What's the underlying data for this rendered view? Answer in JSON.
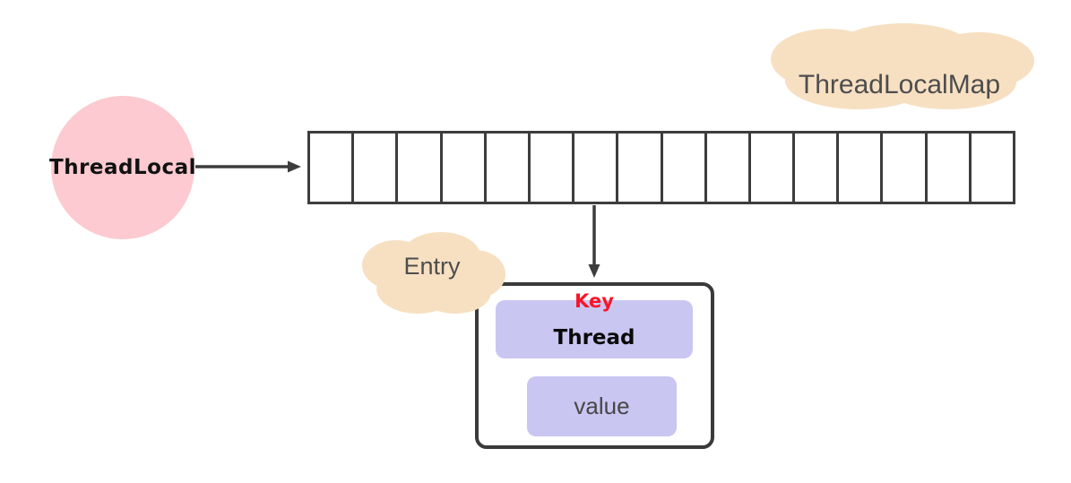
{
  "diagram": {
    "title_concept": "ThreadLocal / ThreadLocalMap structure",
    "threadlocal_circle": {
      "label": "ThreadLocal"
    },
    "threadlocalmap_cloud": {
      "label": "ThreadLocalMap"
    },
    "entry_cloud": {
      "label": "Entry"
    },
    "array": {
      "cell_count": 16
    },
    "entry_box": {
      "key_label": "Key",
      "thread_label": "Thread",
      "value_label": "value"
    },
    "colors": {
      "circle_pink": "#fccad0",
      "cloud_peach": "#f7e0c2",
      "rect_lavender": "#c9c6f2",
      "stroke_dark": "#3d3d3d",
      "key_red": "#fa1428",
      "cloud_text_gray": "#4d4d4d",
      "value_text_gray": "#474747"
    }
  }
}
